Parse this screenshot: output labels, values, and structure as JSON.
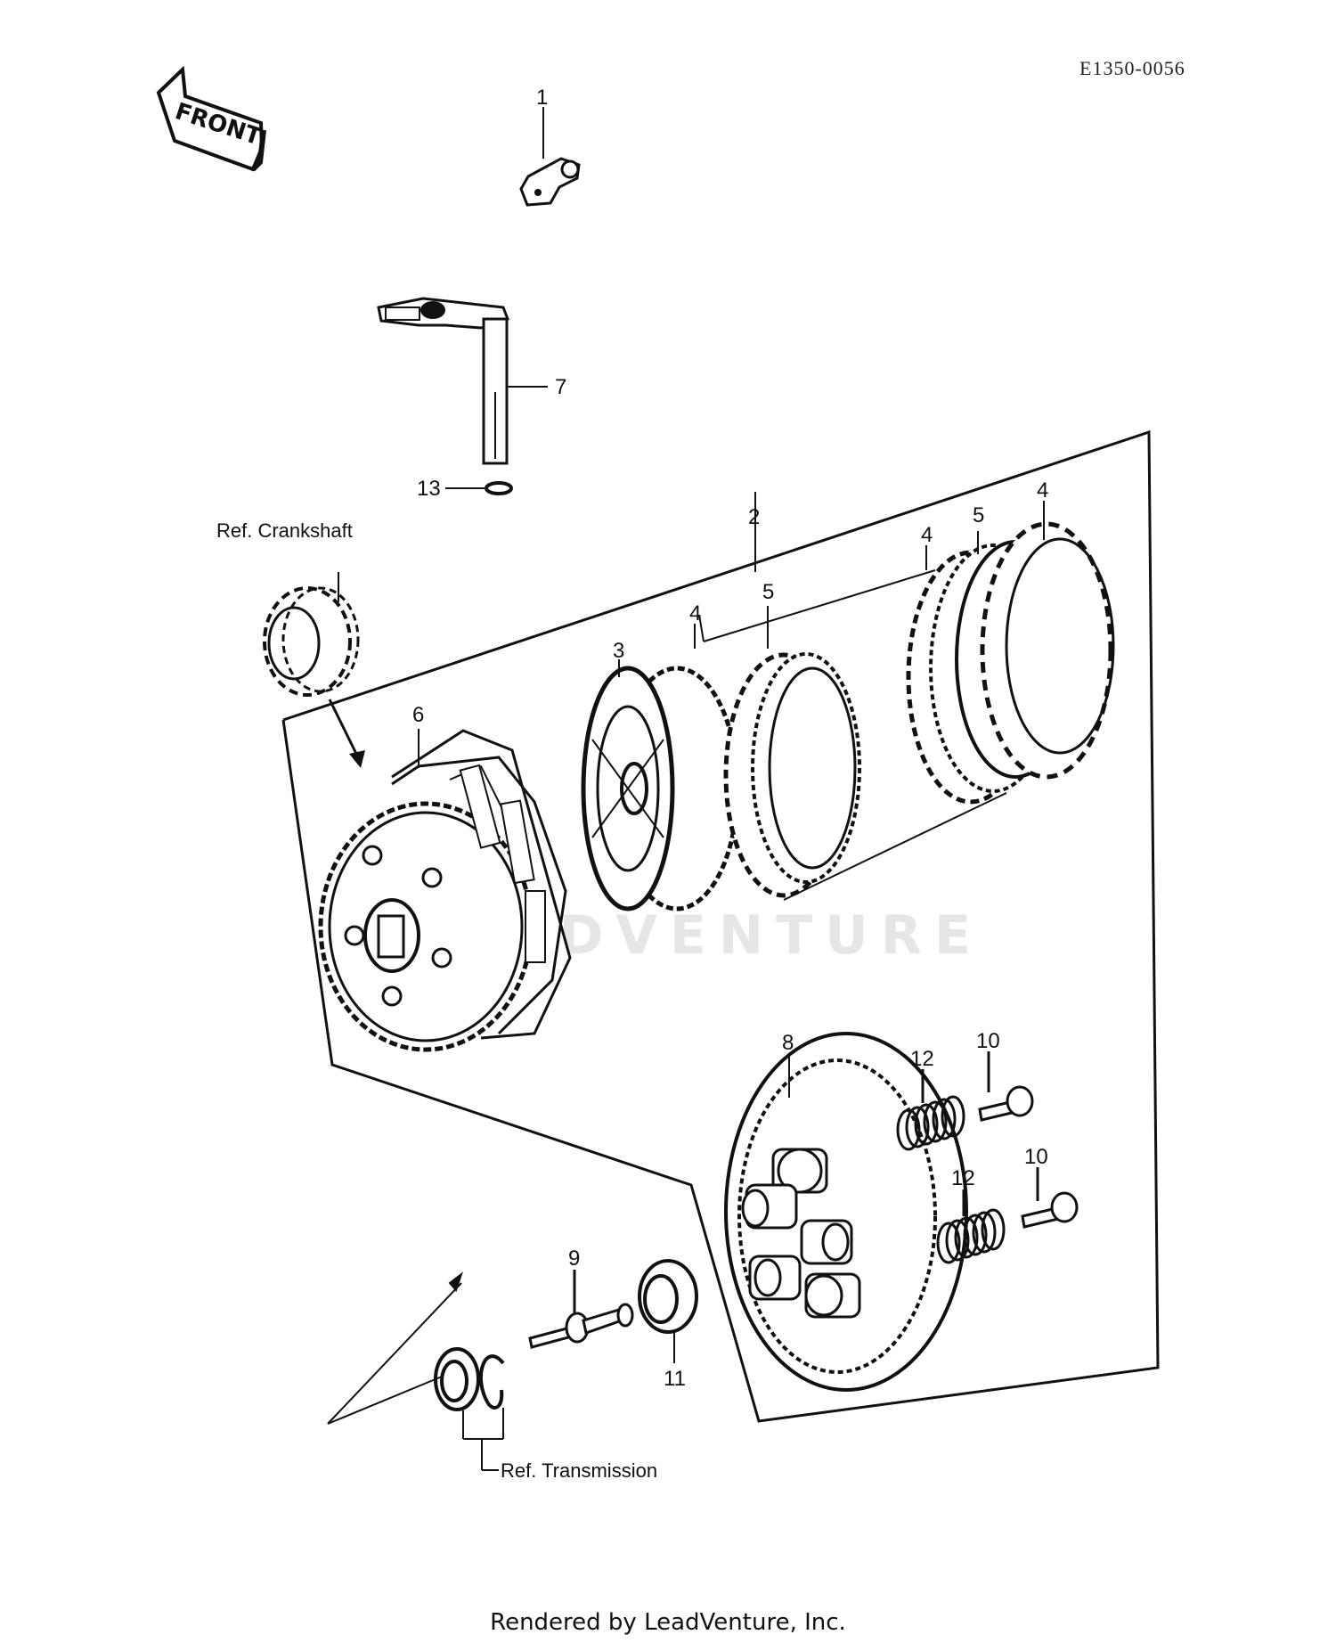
{
  "diagram_code": "E1350-0056",
  "front_label": "FRONT",
  "ref_crankshaft": "Ref. Crankshaft",
  "ref_transmission": "Ref. Transmission",
  "watermark": "LEADVENTURE",
  "footer": "Rendered by LeadVenture, Inc.",
  "callouts": {
    "c1": "1",
    "c2": "2",
    "c3": "3",
    "c4a": "4",
    "c4b": "4",
    "c4c": "4",
    "c5a": "5",
    "c5b": "5",
    "c6": "6",
    "c7": "7",
    "c8": "8",
    "c9": "9",
    "c10a": "10",
    "c10b": "10",
    "c11": "11",
    "c12a": "12",
    "c12b": "12",
    "c13": "13"
  }
}
